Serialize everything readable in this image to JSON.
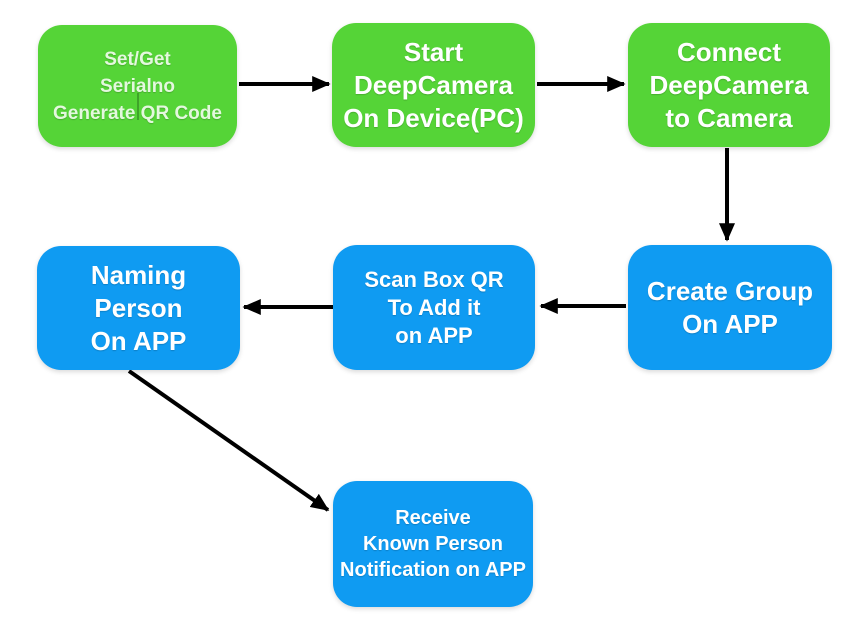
{
  "colors": {
    "node_green": "#55D437",
    "node_blue": "#0F9BF2",
    "arrow": "#000000",
    "text_white": "#FFFFFF",
    "text_green_tint": "#E4F8DE",
    "caret_green": "#3FA32A",
    "background": "#FFFFFF"
  },
  "nodes": [
    {
      "id": "generate-qr",
      "fill": "green",
      "lines": [
        "Set/Get",
        "Serialno",
        "Generate QR Code"
      ]
    },
    {
      "id": "start-deepcamera",
      "fill": "green",
      "lines": [
        "Start",
        "DeepCamera",
        "On Device(PC)"
      ]
    },
    {
      "id": "connect-camera",
      "fill": "green",
      "lines": [
        "Connect",
        "DeepCamera",
        "to Camera"
      ]
    },
    {
      "id": "create-group",
      "fill": "blue",
      "lines": [
        "Create Group",
        "On APP"
      ]
    },
    {
      "id": "scan-box-qr",
      "fill": "blue",
      "lines": [
        "Scan Box QR",
        "To Add it",
        "on APP"
      ]
    },
    {
      "id": "naming-person",
      "fill": "blue",
      "lines": [
        "Naming",
        "Person",
        "On APP"
      ]
    },
    {
      "id": "receive-notification",
      "fill": "blue",
      "lines": [
        "Receive",
        "Known Person",
        "Notification on APP"
      ]
    }
  ],
  "edges": [
    {
      "from": "generate-qr",
      "to": "start-deepcamera",
      "direction": "right"
    },
    {
      "from": "start-deepcamera",
      "to": "connect-camera",
      "direction": "right"
    },
    {
      "from": "connect-camera",
      "to": "create-group",
      "direction": "down"
    },
    {
      "from": "create-group",
      "to": "scan-box-qr",
      "direction": "left"
    },
    {
      "from": "scan-box-qr",
      "to": "naming-person",
      "direction": "left"
    },
    {
      "from": "naming-person",
      "to": "receive-notification",
      "direction": "down-right"
    }
  ],
  "text_caret": {
    "node": "generate-qr",
    "position_after": "Generate"
  }
}
